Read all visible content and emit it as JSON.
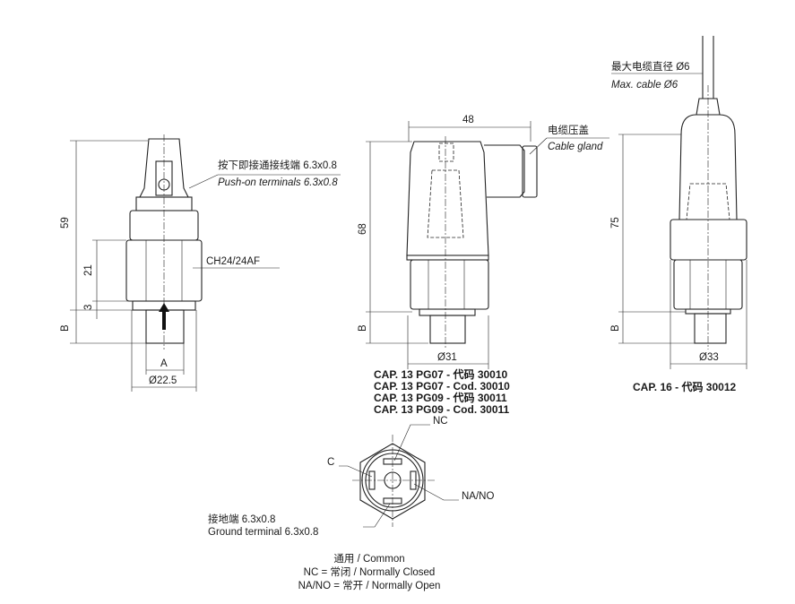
{
  "left_view": {
    "terminals_cn": "按下即接通接线端 6.3x0.8",
    "terminals_en": "Push-on terminals 6.3x0.8",
    "hex_label": "CH24/24AF",
    "dim_height": "59",
    "dim_hex": "21",
    "dim_washer": "3",
    "dim_b": "B",
    "dim_a": "A",
    "dim_diameter": "Ø22.5"
  },
  "middle_view": {
    "dim_width": "48",
    "dim_height": "68",
    "dim_b": "B",
    "dim_diameter": "Ø31",
    "gland_cn": "电缆压盖",
    "gland_en": "Cable gland",
    "captions": [
      "CAP. 13 PG07 - 代码 30010",
      "CAP. 13 PG07 - Cod. 30010",
      "CAP. 13 PG09 - 代码 30011",
      "CAP. 13 PG09 - Cod. 30011"
    ]
  },
  "right_view": {
    "cable_cn": "最大电缆直径 Ø6",
    "cable_en": "Max. cable Ø6",
    "dim_height": "75",
    "dim_b": "B",
    "dim_diameter": "Ø33",
    "caption": "CAP. 16 - 代码 30012"
  },
  "bottom_view": {
    "nc": "NC",
    "c": "C",
    "nano": "NA/NO",
    "ground_cn": "接地端 6.3x0.8",
    "ground_en": "Ground terminal 6.3x0.8"
  },
  "legend": [
    "通用 / Common",
    "NC = 常闭 / Normally Closed",
    "NA/NO = 常开 / Normally Open"
  ]
}
